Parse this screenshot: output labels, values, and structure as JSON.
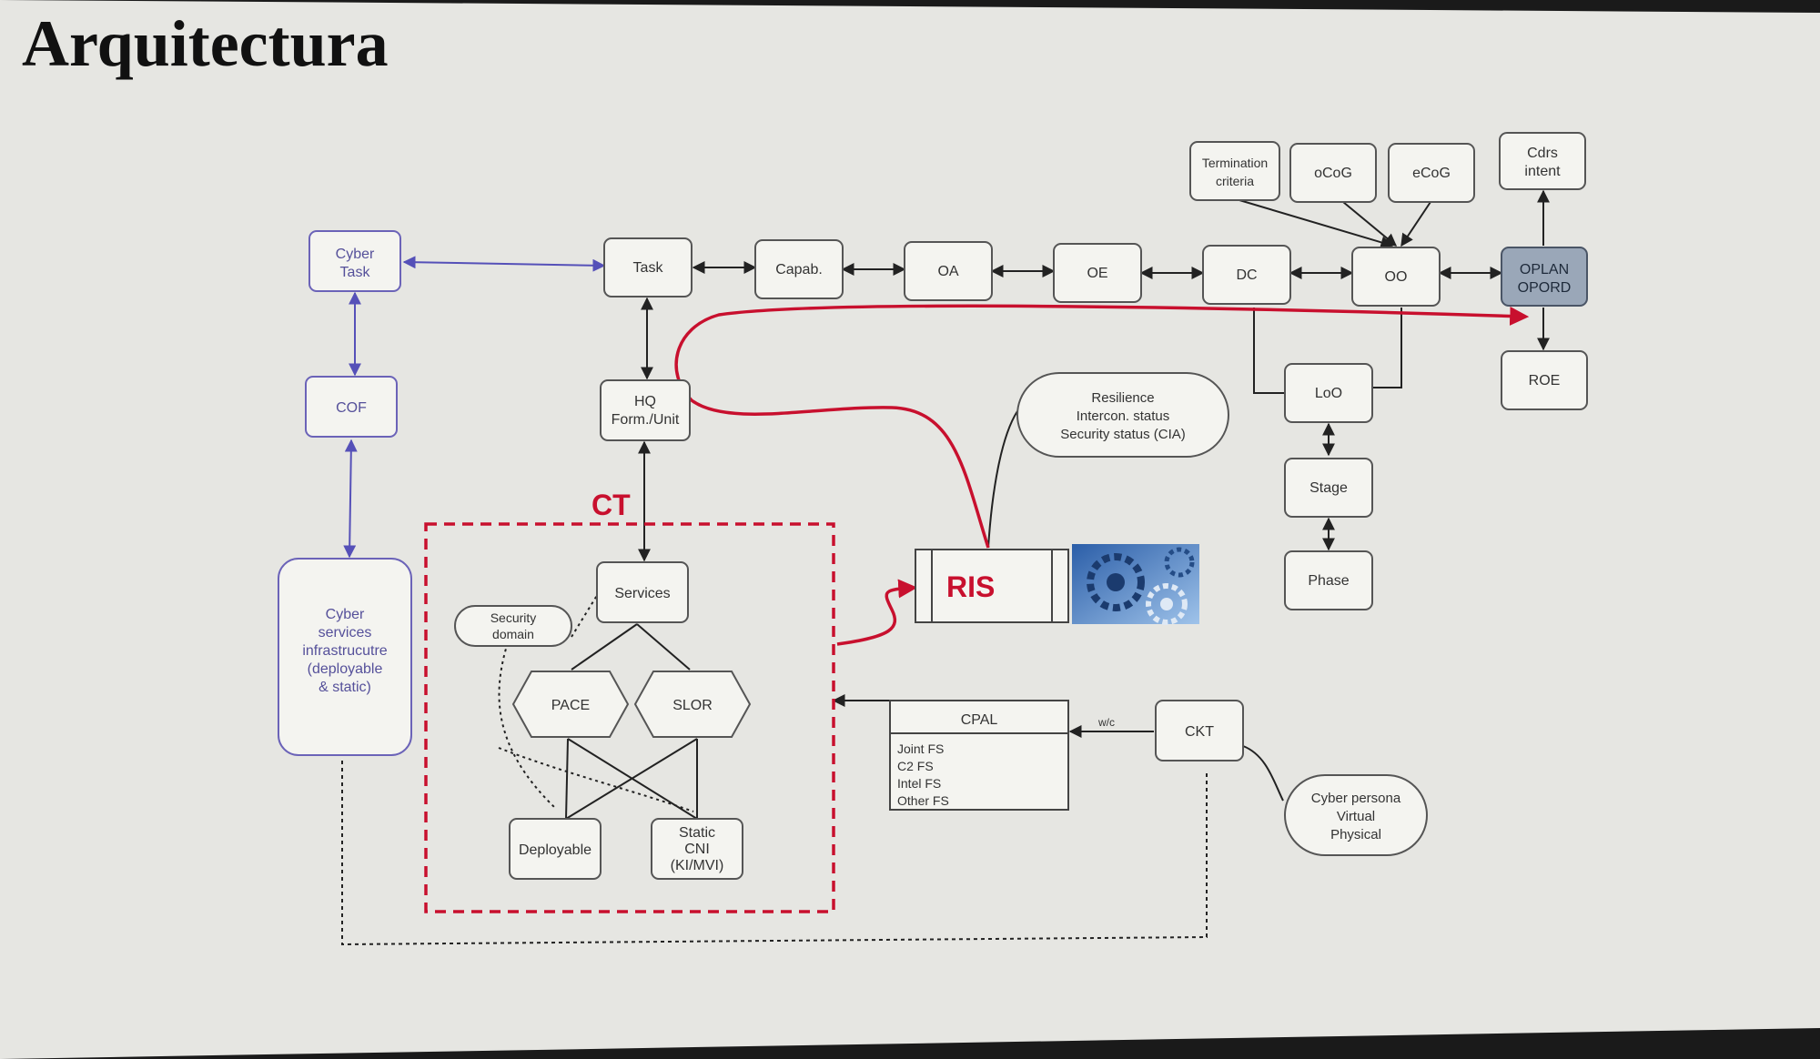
{
  "slide_title": "Arquitectura",
  "nodes": {
    "cyber_task": [
      "Cyber",
      "Task"
    ],
    "cof": [
      "COF"
    ],
    "cyber_services": [
      "Cyber",
      "services",
      "infrastrucutre",
      "(deployable",
      "& static)"
    ],
    "task": [
      "Task"
    ],
    "capab": [
      "Capab."
    ],
    "oa": [
      "OA"
    ],
    "oe": [
      "OE"
    ],
    "dc": [
      "DC"
    ],
    "oo": [
      "OO"
    ],
    "oplan": [
      "OPLAN",
      "OPORD"
    ],
    "cdrs_intent": [
      "Cdrs",
      "intent"
    ],
    "roe": [
      "ROE"
    ],
    "termination": [
      "Termination",
      "criteria"
    ],
    "ocog": [
      "oCoG"
    ],
    "ecog": [
      "eCoG"
    ],
    "loo": [
      "LoO"
    ],
    "stage": [
      "Stage"
    ],
    "phase": [
      "Phase"
    ],
    "hq": [
      "HQ",
      "Form./Unit"
    ],
    "services": [
      "Services"
    ],
    "security_domain": [
      "Security",
      "domain"
    ],
    "pace": [
      "PACE"
    ],
    "slor": [
      "SLOR"
    ],
    "deployable": [
      "Deployable"
    ],
    "static_cni": [
      "Static",
      "CNI",
      "(KI/MVI)"
    ],
    "resilience": [
      "Resilience",
      "Intercon. status",
      "Security status (CIA)"
    ],
    "ckt": [
      "CKT"
    ],
    "cyber_persona": [
      "Cyber persona",
      "Virtual",
      "Physical"
    ]
  },
  "cpal": {
    "header": "CPAL",
    "items": [
      "Joint FS",
      "C2 FS",
      "Intel FS",
      "Other FS"
    ]
  },
  "ris_label": "RIS",
  "ct_label": "CT",
  "ckt_edge_label": "w/c",
  "colors": {
    "accent_red": "#c8102e",
    "link_purple": "#5550b8",
    "oplan_fill": "#9aa7b8"
  }
}
